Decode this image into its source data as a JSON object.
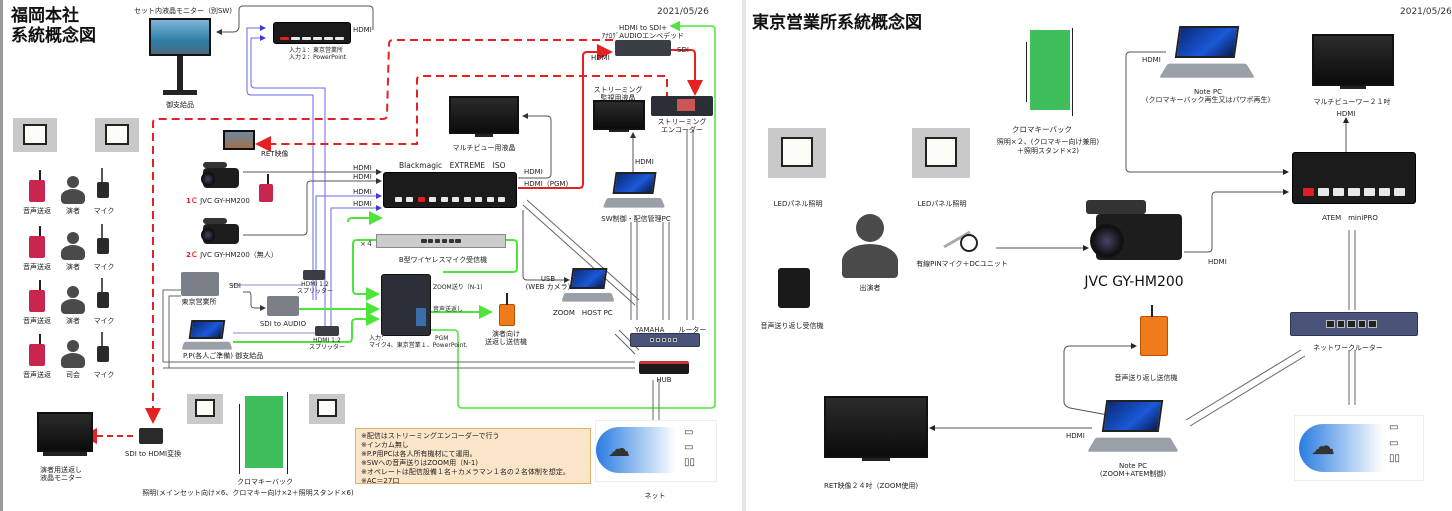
{
  "left": {
    "title_line1": "福岡本社",
    "title_line2": "系統概念図",
    "date": "2021/05/26",
    "set_monitor": {
      "label": "セット内液晶モニター（別SW)",
      "sub": "御支給品"
    },
    "atem_small": {
      "input1": "入力１：東京営業所",
      "input2": "入力２：PowerPoint"
    },
    "hdmi_sdi": {
      "line1": "HDMI to SDI+",
      "line2": "ｱﾅﾛｸﾞAUDIOエンベデッド"
    },
    "stream_monitor": {
      "line1": "ストリーミング",
      "line2": "監視用液晶"
    },
    "stream_encoder": {
      "line1": "ストリーミング",
      "line2": "エンコーダー"
    },
    "multiview": "マルチビュー用液晶",
    "ret_label": "RET映像",
    "cam1": {
      "num": "1Ｃ",
      "name": "JVC GY-HM200"
    },
    "cam2": {
      "num": "2Ｃ",
      "name": "JVC GY-HM200",
      "note": "（無人）"
    },
    "switcher": "Blackmagic　EXTREME　ISO",
    "wireless_rx": "B型ワイヤレスマイク受信機",
    "x4": "×４",
    "sw_pc": "SW制御・配信管理PC",
    "usb": {
      "line1": "USB",
      "line2": "(WEB カメラ)"
    },
    "zoom_host": "ZOOM　HOST PC",
    "yamaha": "YAMAHA　　ルーター",
    "hub": "HUB",
    "net": "ネット",
    "tokyo": "東京営業所",
    "sdi_audio": "SDI to AUDIO",
    "splitter1": {
      "line1": "HDMI 1:2",
      "line2": "スプリッター"
    },
    "splitter2": {
      "line1": "HDMI 1:2",
      "line2": "スプリッター"
    },
    "pp_pc": "P.P(各人ご準備) 御支給品",
    "mixer_input": {
      "line1": "入力：",
      "line2": "マイク4、東京営業１、PowerPoint."
    },
    "zoom_n1": "ZOOM送り（N-1)",
    "audio_return": "音声送返し",
    "pgm": "PGM",
    "performer_tx": {
      "line1": "演者向け",
      "line2": "送返し送信機"
    },
    "sdi_hdmi": "SDI to HDMI変換",
    "return_monitor": {
      "line1": "演者用送返し",
      "line2": "液晶モニター"
    },
    "chroma": "クロマキーバック",
    "lighting_note": "照明(メインセット向け×6、クロマキー向け×2＋照明スタンド×6)",
    "people": [
      {
        "tx": "音声送返",
        "person": "演者",
        "mic": "マイク"
      },
      {
        "tx": "音声送返",
        "person": "演者",
        "mic": "マイク"
      },
      {
        "tx": "音声送返",
        "person": "演者",
        "mic": "マイク"
      },
      {
        "tx": "音声送返",
        "person": "司会",
        "mic": "マイク"
      }
    ],
    "wire_labels": {
      "hdmi": "HDMI",
      "hdmi_pgm": "HDMI（PGM)",
      "sdi": "SDI"
    },
    "notes": [
      "※配信はストリーミングエンコーダーで行う",
      "※インカム無し",
      "※P.P用PCは各人所有機材にて運用。",
      "※SWへの音声送りはZOOM用（N-1)",
      "※オペレートは配信設備１名＋カメラマン１名の２名体制を想定。",
      "※AC＝27口"
    ]
  },
  "right": {
    "title": "東京営業所系統概念図",
    "date": "2021/05/26",
    "chroma": {
      "line1": "クロマキーバック",
      "line2": "照明×２、(クロマキー向け兼用)",
      "line3": "＋照明スタンド×2)"
    },
    "note_pc_top": {
      "line1": "Note PC",
      "line2": "(クロマキーバック再生又はパワポ再生)"
    },
    "multiviewer": "マルチビューワー２１吋",
    "led1": "LEDパネル照明",
    "led2": "LEDパネル照明",
    "performer": "出演者",
    "pin_mic": "有線PINマイク＋DCユニット",
    "camera": "JVC GY-HM200",
    "atem": "ATEM　miniPRO",
    "receiver": "音声送り返し受信機",
    "transmitter": "音声送り返し送信機",
    "router": "ネットワークルーター",
    "ret_tv": "RET映像２４吋（ZOOM使用)",
    "note_pc_bottom": {
      "line1": "Note PC",
      "line2": "(ZOOM+ATEM制御)"
    },
    "hdmi": "HDMI"
  },
  "colors": {
    "red_line": "#e52121",
    "green_line": "#4ee43c",
    "blue_line": "#6a6ae8",
    "gray_line": "#555555",
    "note_bg": "#fbe5c8",
    "cloud_blue": "#2a7de1"
  }
}
